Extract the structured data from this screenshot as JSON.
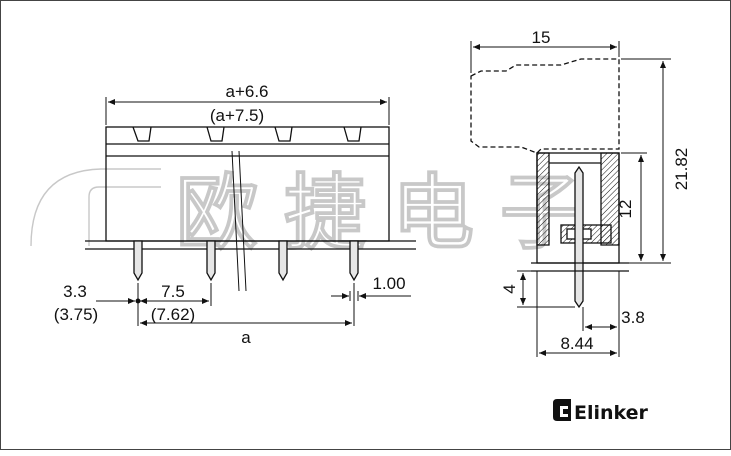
{
  "front_view": {
    "overall_width_label": "a+6.6",
    "overall_width_alt_label": "(a+7.5)",
    "edge_offset_label": "3.3",
    "edge_offset_alt_label": "(3.75)",
    "pitch_label": "7.5",
    "pitch_alt_label": "(7.62)",
    "span_label": "a",
    "pin_width_label": "1.00"
  },
  "side_view": {
    "depth_label": "15",
    "total_height_label": "21.82",
    "body_height_label": "12",
    "pin_below_label": "4",
    "pin_offset_label": "3.8",
    "base_depth_label": "8.44"
  },
  "brand": {
    "name": "Elinker",
    "watermark": "欧捷电子"
  },
  "colors": {
    "line": "#111111",
    "hatch": "#111111",
    "pin_fill": "#e6e6e6",
    "watermark": "#c8c8c8"
  }
}
